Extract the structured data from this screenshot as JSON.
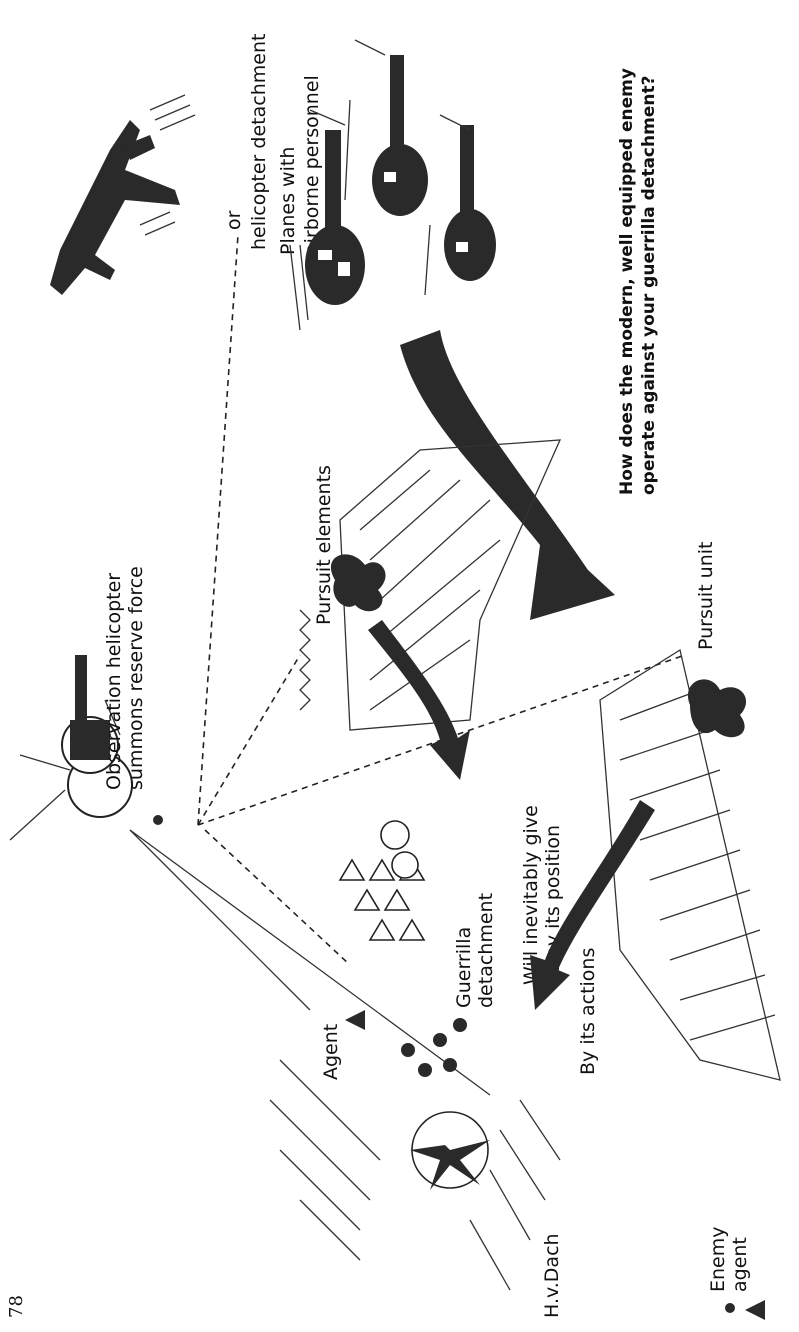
{
  "page_number": "78",
  "question": [
    "How does the modern, well equipped enemy",
    "operate against your guerrilla detachment?"
  ],
  "labels": {
    "planes": [
      "Planes with",
      "airborne personnel"
    ],
    "or": "or",
    "helicopter_detachment": "helicopter detachment",
    "observation_helicopter": [
      "Observation helicopter",
      "summons reserve force"
    ],
    "pursuit_elements": "Pursuit elements",
    "pursuit_unit": "Pursuit unit",
    "give_position": [
      "Will inevitably give",
      "away its position"
    ],
    "by_its_actions": "By its actions",
    "guerrilla": [
      "Guerrilla",
      "detachment"
    ],
    "agent": "Agent",
    "legend_enemy_agent": [
      "Enemy",
      "agent"
    ],
    "signature": "H.v.Dach"
  },
  "colors": {
    "ink": "#2a2a2a",
    "paper": "#ffffff"
  }
}
